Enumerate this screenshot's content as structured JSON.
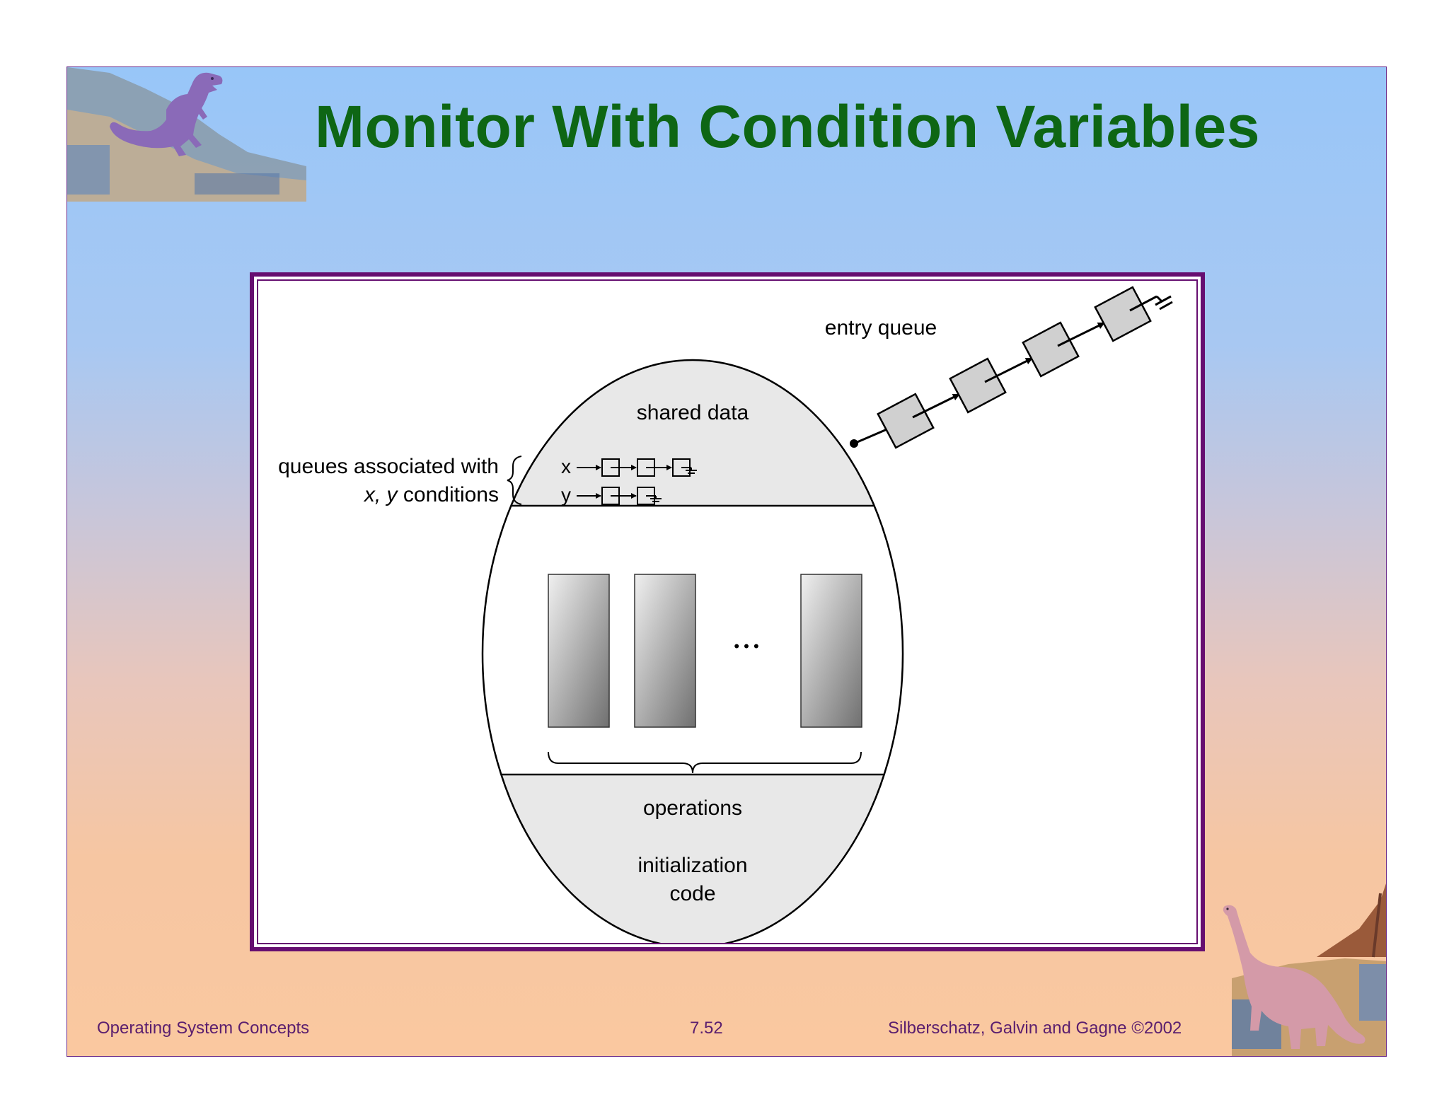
{
  "slide": {
    "title": "Monitor With Condition Variables",
    "footer": {
      "left": "Operating System Concepts",
      "center": "7.52",
      "right": "Silberschatz, Galvin and  Gagne ©2002"
    }
  },
  "diagram": {
    "entry_queue_label": "entry queue",
    "shared_data_label": "shared data",
    "queues_label_line1": "queues associated with",
    "queues_label_line2_italic": "x, y",
    "queues_label_line2_rest": "conditions",
    "x_label": "x",
    "y_label": "y",
    "ellipsis": "• • •",
    "operations_label": "operations",
    "init_label_line1": "initialization",
    "init_label_line2": "code"
  },
  "colors": {
    "title": "#0e6614",
    "frame_border": "#660e70",
    "footer_text": "#5a1e6e"
  },
  "icons": [
    "trex-dinosaur-icon",
    "brontosaurus-dinosaur-icon"
  ]
}
